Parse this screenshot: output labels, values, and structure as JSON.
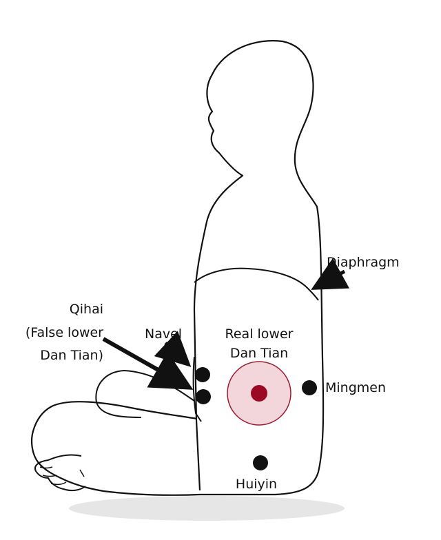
{
  "labels": {
    "diaphragm": "Diaphragm",
    "qihai_line1": "Qihai",
    "qihai_line2": "(False lower",
    "qihai_line3": "Dan Tian)",
    "navel": "Navel",
    "real_line1": "Real lower",
    "real_line2": "Dan Tian",
    "mingmen": "Mingmen",
    "huiyin": "Huiyin"
  },
  "colors": {
    "outline": "#111111",
    "point": "#111111",
    "dantian_fill": "#f2d6dc",
    "dantian_ring": "#9b1b2f",
    "dantian_center": "#9b0a22",
    "shadow": "#e6e6e6"
  }
}
